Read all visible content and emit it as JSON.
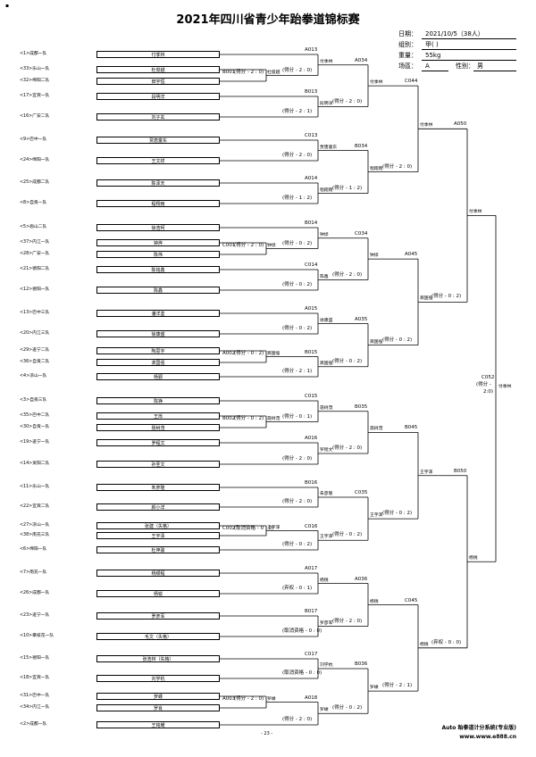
{
  "title": "2021年四川省青少年跆拳道锦标赛",
  "corner_mark": "▪",
  "info": {
    "date_label": "日期：",
    "date_value": "2021/10/5（38人）",
    "group_label": "组别：",
    "group_value": "甲( )",
    "weight_label": "重量：",
    "weight_value": "55kg",
    "venue_label": "场區：",
    "venue_value": "A",
    "gender_label": "性别：",
    "gender_value": "男"
  },
  "teams": [
    {
      "seed": "<1>成都一队",
      "name": "付季林"
    },
    {
      "seed": "<33>乐山一队",
      "name": "杜俊越"
    },
    {
      "seed": "<32>绵阳二队",
      "name": "田宇恒"
    },
    {
      "seed": "<17>宜宾一队",
      "name": "段明洋"
    },
    {
      "seed": "<16>广安二队",
      "name": "刘子玄"
    },
    {
      "seed": "<9>巴中一队",
      "name": "贾唐童东"
    },
    {
      "seed": "<24>绵阳一队",
      "name": "王文祥"
    },
    {
      "seed": "<25>成都二队",
      "name": "陈泽天"
    },
    {
      "seed": "<8>自贡一队",
      "name": "程翔雨"
    },
    {
      "seed": "<5>眉山二队",
      "name": "徐浩柯"
    },
    {
      "seed": "<37>内江一队",
      "name": "钟烨"
    },
    {
      "seed": "<28>广安一队",
      "name": "陈伟"
    },
    {
      "seed": "<21>德阳二队",
      "name": "陈铭鑫"
    },
    {
      "seed": "<12>德阳一队",
      "name": "陈鑫"
    },
    {
      "seed": "<13>巴中三队",
      "name": "潘洋鉴"
    },
    {
      "seed": "<20>内江三队",
      "name": "徐康盛"
    },
    {
      "seed": "<29>遂宁二队",
      "name": "陶思宇"
    },
    {
      "seed": "<36>自贡二队",
      "name": "龚国强"
    },
    {
      "seed": "<4>凉山一队",
      "name": "杨鄞"
    },
    {
      "seed": "<3>自贡三队",
      "name": "陈铮"
    },
    {
      "seed": "<35>巴中二队",
      "name": "王烁"
    },
    {
      "seed": "<30>自贡一队",
      "name": "聂树茂"
    },
    {
      "seed": "<19>遂宁一队",
      "name": "罗程文"
    },
    {
      "seed": "<14>资阳二队",
      "name": "孙圣文"
    },
    {
      "seed": "<11>乐山一队",
      "name": "朱彦隆"
    },
    {
      "seed": "<22>宜宾二队",
      "name": "颜小洋"
    },
    {
      "seed": "<27>凉山一队",
      "name": "张建（失格）"
    },
    {
      "seed": "<38>南充三队",
      "name": "王宇泽"
    },
    {
      "seed": "<6>绵阳一队",
      "name": "杜坤骏"
    },
    {
      "seed": "<7>南充一队",
      "name": "杨顺程"
    },
    {
      "seed": "<26>成都一队",
      "name": "杨锐"
    },
    {
      "seed": "<23>遂宁一队",
      "name": "罗彦军"
    },
    {
      "seed": "<10>攀枝花一队",
      "name": "毛文（失格）"
    },
    {
      "seed": "<15>德阳一队",
      "name": "张浩林（失格）"
    },
    {
      "seed": "<18>宜宾一队",
      "name": "刘学杭"
    },
    {
      "seed": "<31>巴中一队",
      "name": "罗嵊"
    },
    {
      "seed": "<34>内江一队",
      "name": "罗肖"
    },
    {
      "seed": "<2>成都一队",
      "name": "王铭耀"
    }
  ],
  "prelims": [
    {
      "code": "B001",
      "score": "(得分 - 2 : 0)",
      "winner": "杜俊越"
    },
    {
      "code": "C001",
      "score": "(得分 - 2 : 0)",
      "winner": "钟烨"
    },
    {
      "code": "A002",
      "score": "(得分 - 0 : 2)",
      "winner": "龚国强"
    },
    {
      "code": "B002",
      "score": "(得分 - 0 : 2)",
      "winner": "聂树茂"
    },
    {
      "code": "C002",
      "score": "(取消资格 - 0 : 0)",
      "winner": "王宇泽"
    },
    {
      "code": "A003",
      "score": "(得分 - 2 : 0)",
      "winner": "罗嵊"
    }
  ],
  "r1": [
    {
      "code": "A013",
      "score": "(得分 - 2 : 0)",
      "winner": "付季林"
    },
    {
      "code": "B013",
      "score": "(得分 - 2 : 1)",
      "winner": "段明洋"
    },
    {
      "code": "C013",
      "score": "(得分 - 2 : 0)",
      "winner": "贾唐童东"
    },
    {
      "code": "A014",
      "score": "(得分 - 1 : 2)",
      "winner": "程翔雨"
    },
    {
      "code": "B014",
      "score": "(得分 - 0 : 2)",
      "winner": "钟烨"
    },
    {
      "code": "C014",
      "score": "(得分 - 0 : 2)",
      "winner": "陈鑫"
    },
    {
      "code": "A015",
      "score": "(得分 - 0 : 2)",
      "winner": "徐康盛"
    },
    {
      "code": "B015",
      "score": "(得分 - 2 : 1)",
      "winner": "龚国强"
    },
    {
      "code": "C015",
      "score": "(得分 - 0 : 1)",
      "winner": "聂树茂"
    },
    {
      "code": "A016",
      "score": "(得分 - 2 : 0)",
      "winner": "罗程文"
    },
    {
      "code": "B016",
      "score": "(得分 - 2 : 0)",
      "winner": "朱彦隆"
    },
    {
      "code": "C016",
      "score": "(得分 - 0 : 2)",
      "winner": "王宇泽"
    },
    {
      "code": "A017",
      "score": "(弃权 - 0 : 1)",
      "winner": "杨锐"
    },
    {
      "code": "B017",
      "score": "(取消资格 - 0 : 0)",
      "winner": "罗彦军"
    },
    {
      "code": "C017",
      "score": "(取消资格 - 0 : 0)",
      "winner": "刘学杭"
    },
    {
      "code": "A018",
      "score": "(得分 - 2 : 0)",
      "winner": "罗嵊"
    }
  ],
  "r2": [
    {
      "code": "A034",
      "score": "(得分 - 2 : 0)",
      "winner": "付季林"
    },
    {
      "code": "B034",
      "score": "(得分 - 1 : 2)",
      "winner": "程翔雨"
    },
    {
      "code": "C034",
      "score": "(得分 - 2 : 0)",
      "winner": "钟烨"
    },
    {
      "code": "A035",
      "score": "(得分 - 0 : 2)",
      "winner": "龚国强"
    },
    {
      "code": "B035",
      "score": "(得分 - 2 : 0)",
      "winner": "聂树茂"
    },
    {
      "code": "C035",
      "score": "(得分 - 0 : 2)",
      "winner": "王宇泽"
    },
    {
      "code": "A036",
      "score": "(得分 - 2 : 0)",
      "winner": "杨锐"
    },
    {
      "code": "B036",
      "score": "(得分 - 0 : 2)",
      "winner": "罗嵊"
    }
  ],
  "r3": [
    {
      "code": "C044",
      "score": "(得分 - 2 : 0)",
      "winner": "付季林"
    },
    {
      "code": "A045",
      "score": "(得分 - 0 : 2)",
      "winner": "龚国强"
    },
    {
      "code": "B045",
      "score": "(得分 - 0 : 2)",
      "winner": "王宇泽"
    },
    {
      "code": "C045",
      "score": "(得分 - 2 : 1)",
      "winner": "杨锐"
    }
  ],
  "r4": [
    {
      "code": "A050",
      "score": "(得分 - 0 : 2)",
      "winner": "付季林"
    },
    {
      "code": "B050",
      "score": "(弃权 - 0 : 0)",
      "winner": "杨锐"
    }
  ],
  "final": {
    "code": "C052",
    "score_line1": "(得分 -",
    "score_line2": "2:0)",
    "winner": "付季林"
  },
  "footer": {
    "page": "- 23 -",
    "brand": "Auto 跆拳道计分系统(专业版)",
    "url": "www.www.e888.cn"
  }
}
